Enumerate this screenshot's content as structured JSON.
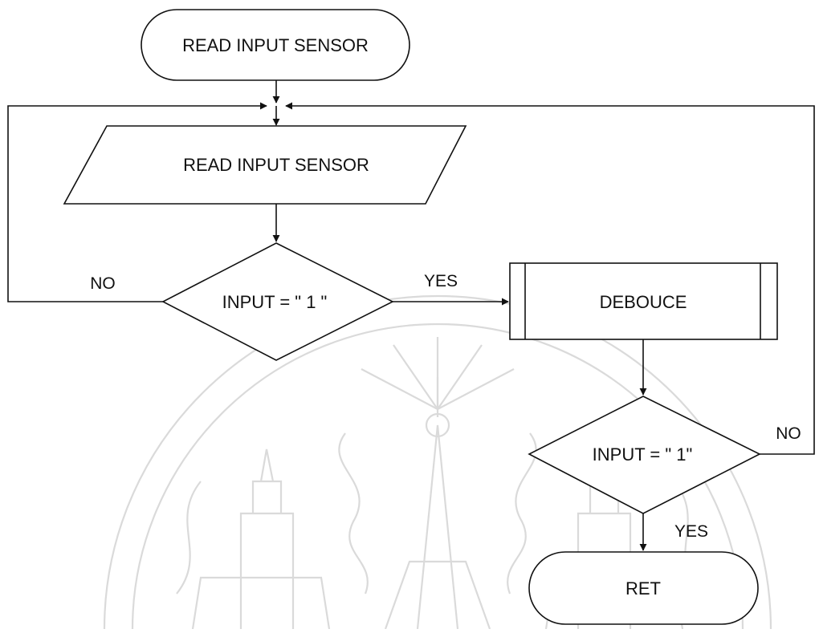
{
  "nodes": {
    "start": {
      "label": "READ INPUT SENSOR"
    },
    "read": {
      "label": "READ INPUT SENSOR"
    },
    "decision1": {
      "label": "INPUT = \" 1 \""
    },
    "debounce": {
      "label": "DEBOUCE"
    },
    "decision2": {
      "label": "INPUT = \" 1\""
    },
    "end": {
      "label": "RET"
    }
  },
  "edges": {
    "decision1_no": "NO",
    "decision1_yes": "YES",
    "decision2_no": "NO",
    "decision2_yes": "YES"
  },
  "colors": {
    "stroke": "#111111",
    "background": "#ffffff",
    "watermark": "#d6d6d6"
  },
  "watermark": {
    "type": "institutional-seal"
  }
}
